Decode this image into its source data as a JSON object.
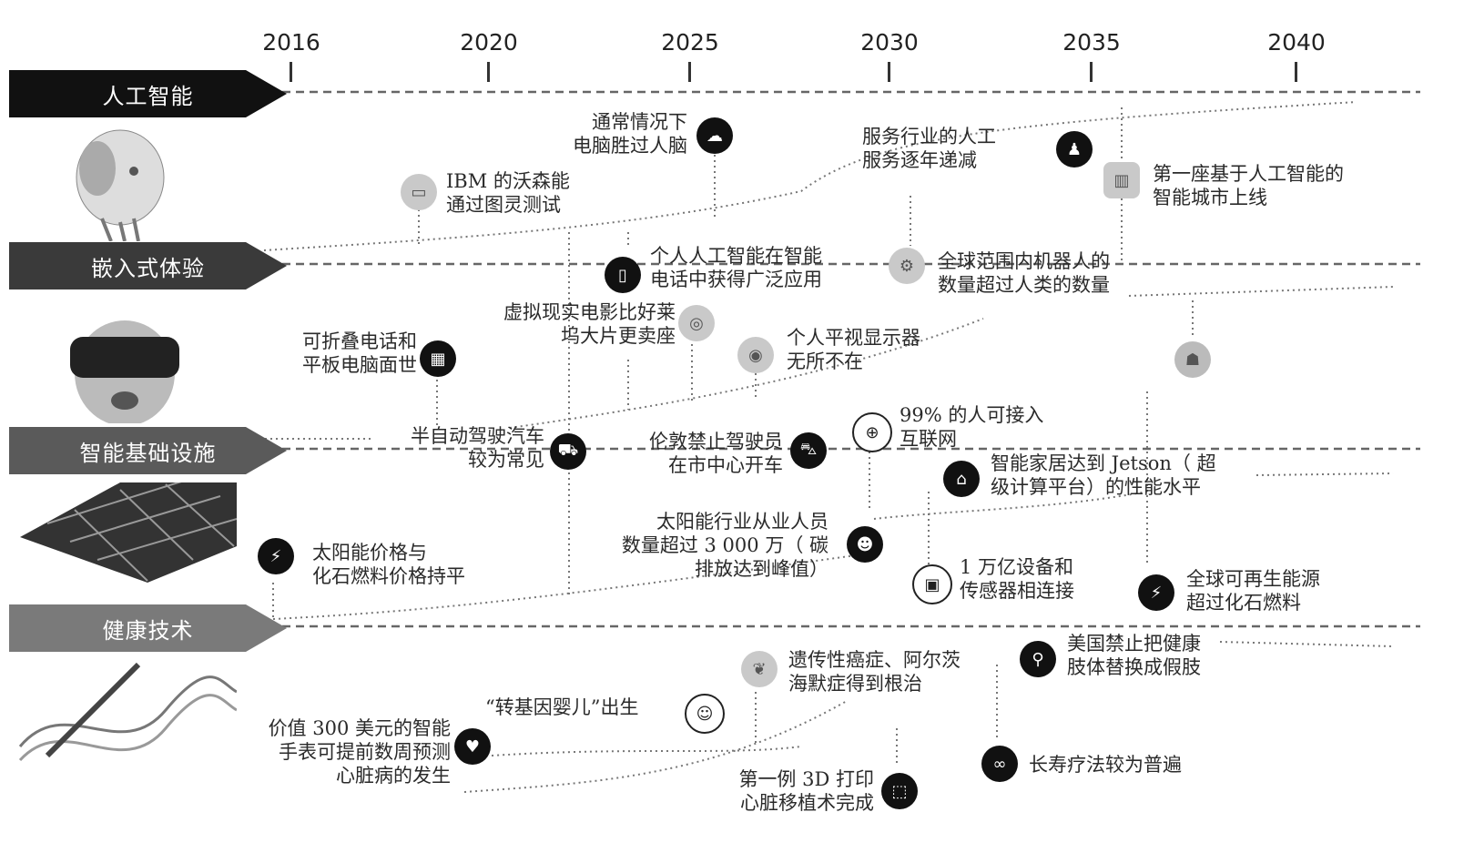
{
  "years": [
    "2016",
    "2020",
    "2025",
    "2030",
    "2035",
    "2040"
  ],
  "categories": [
    {
      "label": "人工智能",
      "shade": "#111111"
    },
    {
      "label": "嵌入式体验",
      "shade": "#3a3a3a"
    },
    {
      "label": "智能基础设施",
      "shade": "#5a5a5a"
    },
    {
      "label": "健康技术",
      "shade": "#7a7a7a"
    }
  ],
  "events": {
    "ibm": [
      "IBM 的沃森能",
      "通过图灵测试"
    ],
    "brain": [
      "通常情况下",
      "电脑胜过人脑"
    ],
    "service": [
      "服务行业的人工",
      "服务逐年递减"
    ],
    "city": [
      "第一座基于人工智能的",
      "智能城市上线"
    ],
    "phone_ai": [
      "个人人工智能在智能",
      "电话中获得广泛应用"
    ],
    "robots": [
      "全球范围内机器人的",
      "数量超过人类的数量"
    ],
    "vr": [
      "虚拟现实电影比好莱",
      "坞大片更卖座"
    ],
    "foldable": [
      "可折叠电话和",
      "平板电脑面世"
    ],
    "hud": [
      "个人平视显示器",
      "无所不在"
    ],
    "semi_auto": [
      "半自动驾驶汽车",
      "较为常见"
    ],
    "london": [
      "伦敦禁止驾驶员",
      "在市中心开车"
    ],
    "internet": [
      "99% 的人可接入",
      "互联网"
    ],
    "smarthome": [
      "智能家居达到 Jetson（ 超",
      "级计算平台）的性能水平"
    ],
    "solar_jobs": [
      "太阳能行业从业人员",
      "数量超过 3 000 万（ 碳",
      "排放达到峰值）"
    ],
    "trillion": [
      "1 万亿设备和",
      "传感器相连接"
    ],
    "solar_price": [
      "太阳能价格与",
      "化石燃料价格持平"
    ],
    "renewable": [
      "全球可再生能源",
      "超过化石燃料"
    ],
    "cancer": [
      "遗传性癌症、阿尔茨",
      "海默症得到根治"
    ],
    "limb": [
      "美国禁止把健康",
      "肢体替换成假肢"
    ],
    "baby": [
      "“转基因婴儿”出生"
    ],
    "watch": [
      "价值 300 美元的智能",
      "手表可提前数周预测",
      "心脏病的发生"
    ],
    "longevity": [
      "长寿疗法较为普遍"
    ],
    "heart3d": [
      "第一例 3D 打印",
      "心脏移植术完成"
    ]
  }
}
